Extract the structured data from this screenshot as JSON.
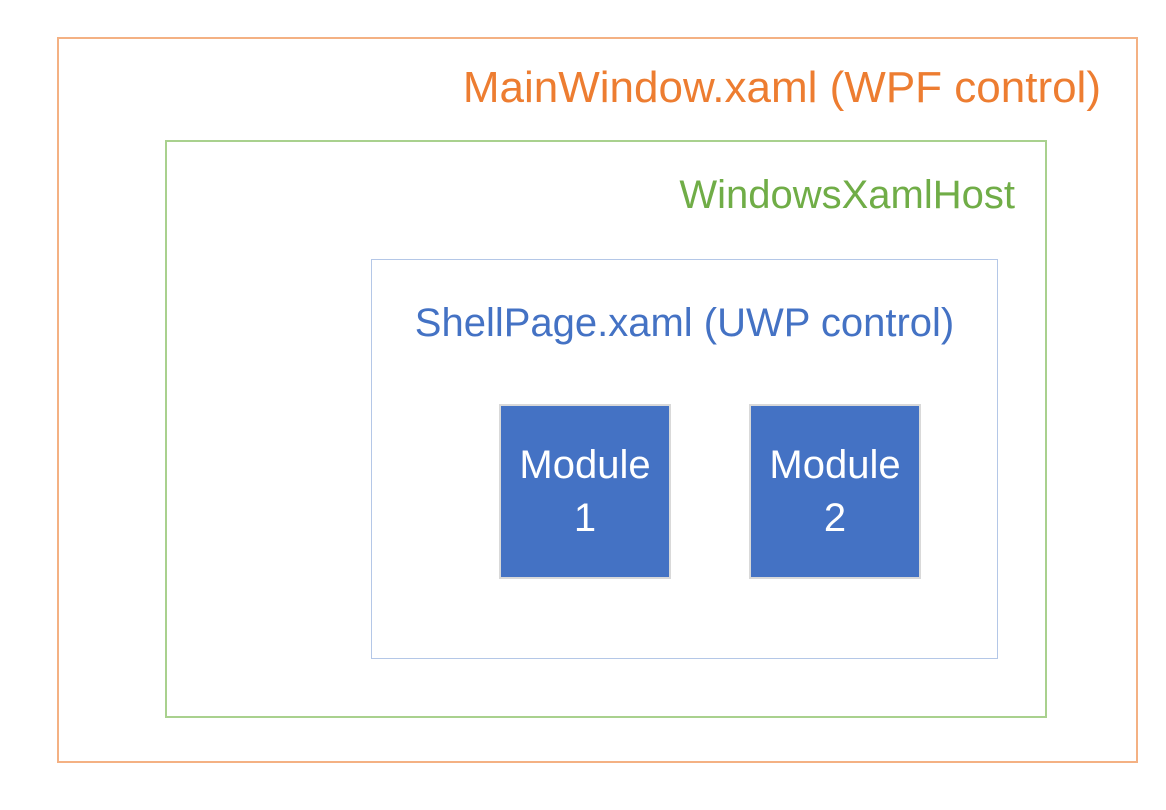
{
  "colors": {
    "background": "#FFFFFF",
    "orange-text": "#ED7D31",
    "orange-border": "#F4B183",
    "green-text": "#70AD47",
    "green-border": "#A9D18E",
    "blue-text": "#4472C4",
    "blue-border": "#B4C7E7",
    "module-fill": "#4472C4",
    "module-border": "#D9D9D9",
    "module-text": "#FFFFFF"
  },
  "diagram": {
    "boxes": {
      "main_window": {
        "label": "MainWindow.xaml (WPF control)"
      },
      "xaml_host": {
        "label": "WindowsXamlHost"
      },
      "shell_page": {
        "label": "ShellPage.xaml (UWP control)"
      }
    },
    "modules": [
      {
        "name": "Module",
        "number": "1"
      },
      {
        "name": "Module",
        "number": "2"
      }
    ]
  }
}
